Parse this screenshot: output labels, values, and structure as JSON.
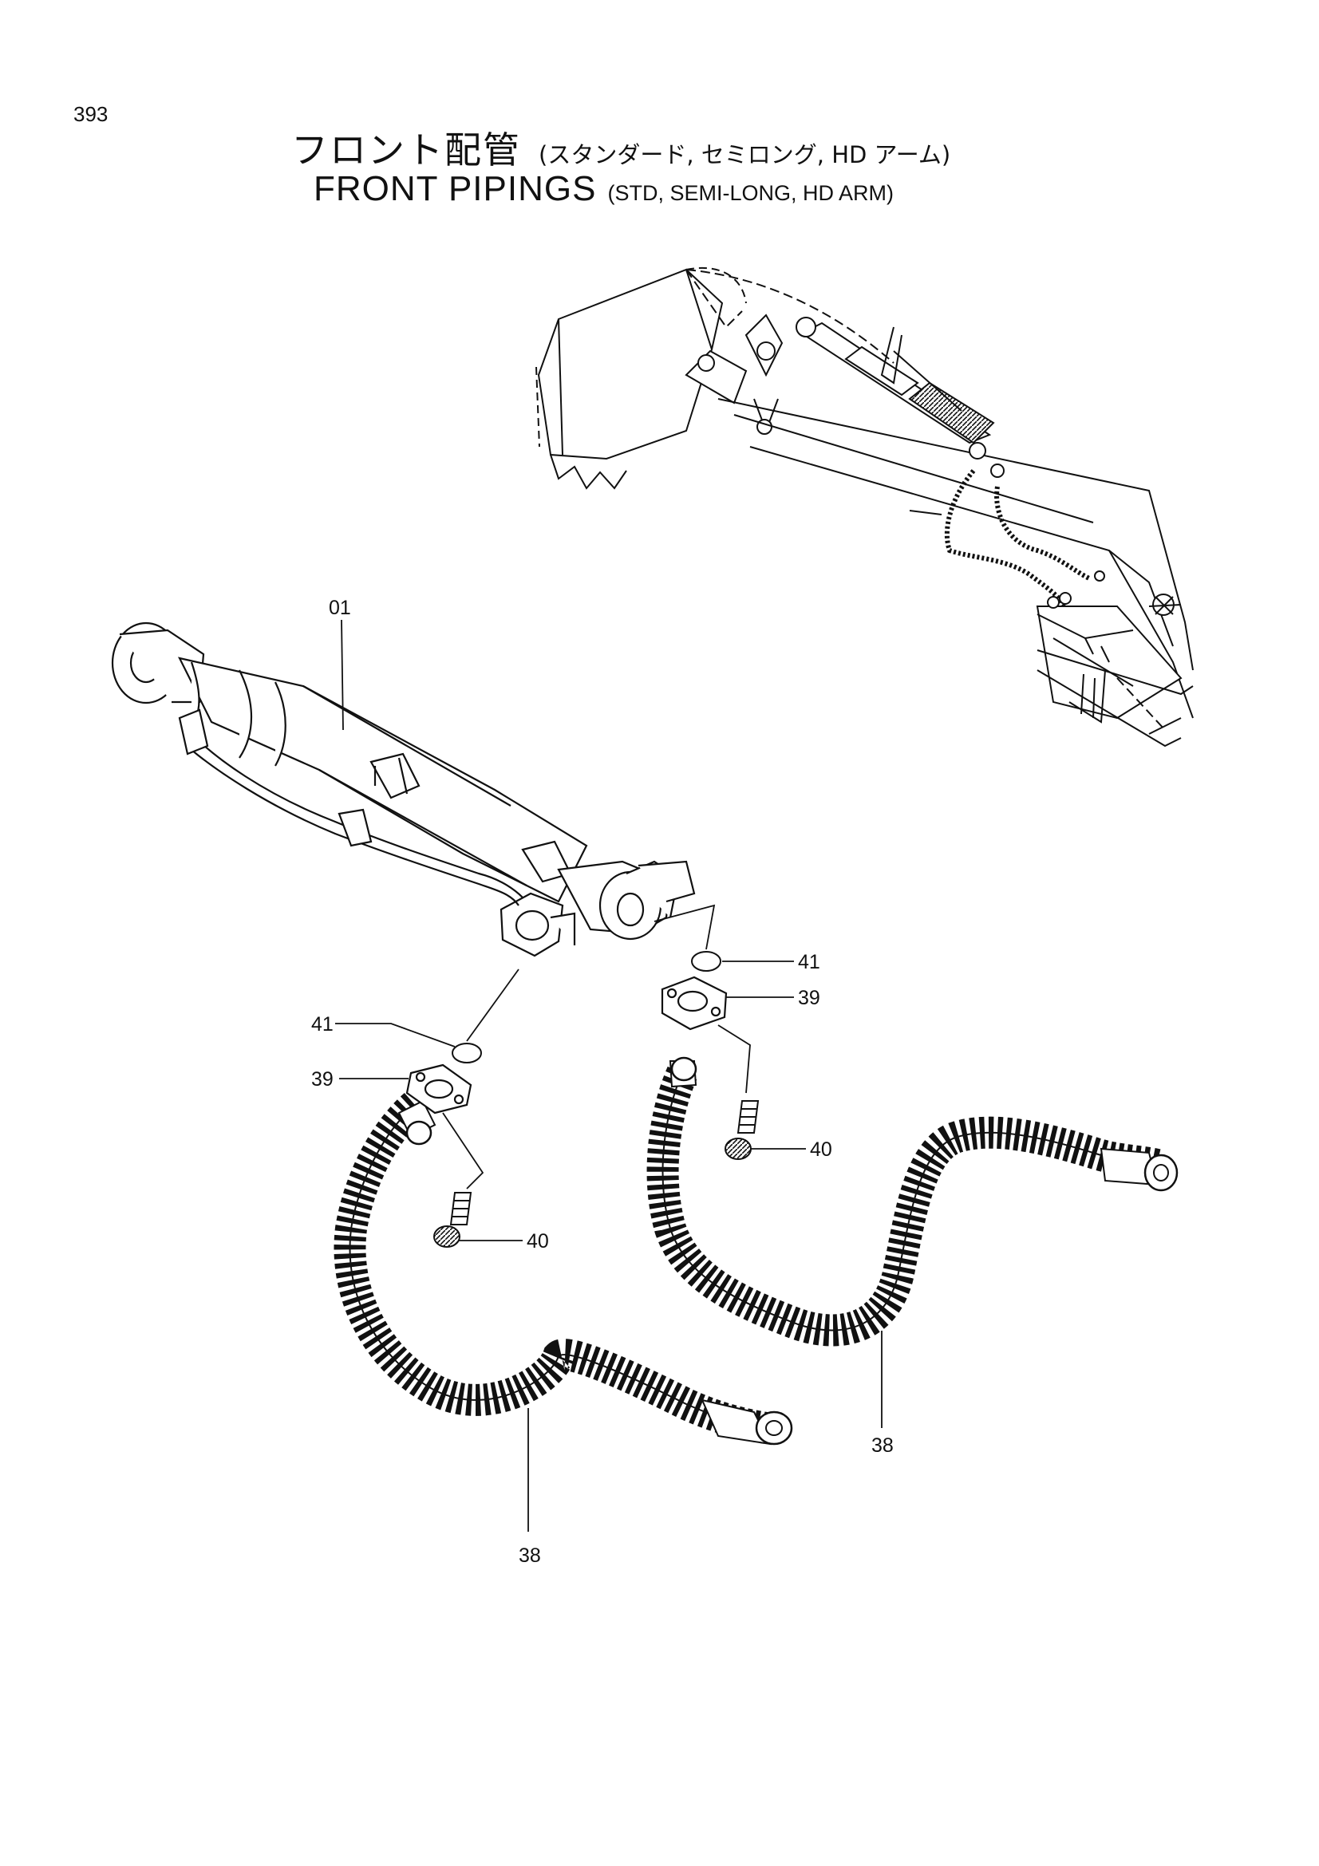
{
  "page": {
    "number": "393"
  },
  "title": {
    "jp_main": "フロント配管",
    "jp_sub": "(スタンダード, セミロング, HD アーム)",
    "en_main": "FRONT PIPINGS",
    "en_sub": "(STD, SEMI-LONG, HD ARM)"
  },
  "callouts": {
    "cylinder": "01",
    "hose_left": "38",
    "hose_right": "38",
    "flange_left": "39",
    "flange_right": "39",
    "bolt_left": "40",
    "bolt_right": "40",
    "oring_left": "41",
    "oring_right": "41"
  },
  "icons": {
    "overview": "excavator-arm-bucket-icon",
    "cylinder": "hydraulic-cylinder-icon",
    "hose": "flexible-hose-icon",
    "flange": "split-flange-icon",
    "bolt": "bolt-icon",
    "oring": "o-ring-icon"
  }
}
